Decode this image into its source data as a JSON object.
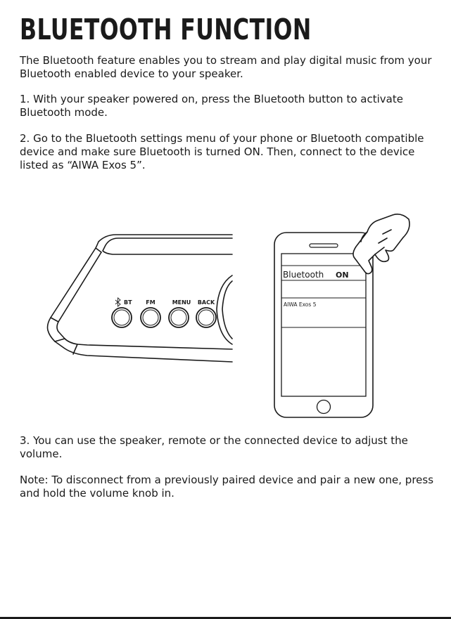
{
  "title": "BLUETOOTH FUNCTION",
  "paragraphs": {
    "intro": "The Bluetooth feature enables you to stream and play digital music from your Bluetooth enabled device to your speaker.",
    "step1": "1. With your speaker powered on, press the Bluetooth button to activate Bluetooth mode.",
    "step2": "2. Go to the Bluetooth settings menu of your phone or Bluetooth compatible device and make sure Bluetooth is turned ON. Then, connect to the device listed as “AIWA Exos 5”.",
    "step3": "3. You can use the speaker, remote or the connected device to adjust the volume.",
    "note": "Note: To disconnect from a previously paired device and pair a new one, press and hold the volume knob in."
  },
  "speaker": {
    "buttons": [
      "BT",
      "FM",
      "MENU",
      "BACK"
    ],
    "bluetooth_symbol": "bluetooth-icon"
  },
  "phone": {
    "setting_label": "Bluetooth",
    "setting_value": "ON",
    "device_name": "AIWA Exos 5"
  }
}
